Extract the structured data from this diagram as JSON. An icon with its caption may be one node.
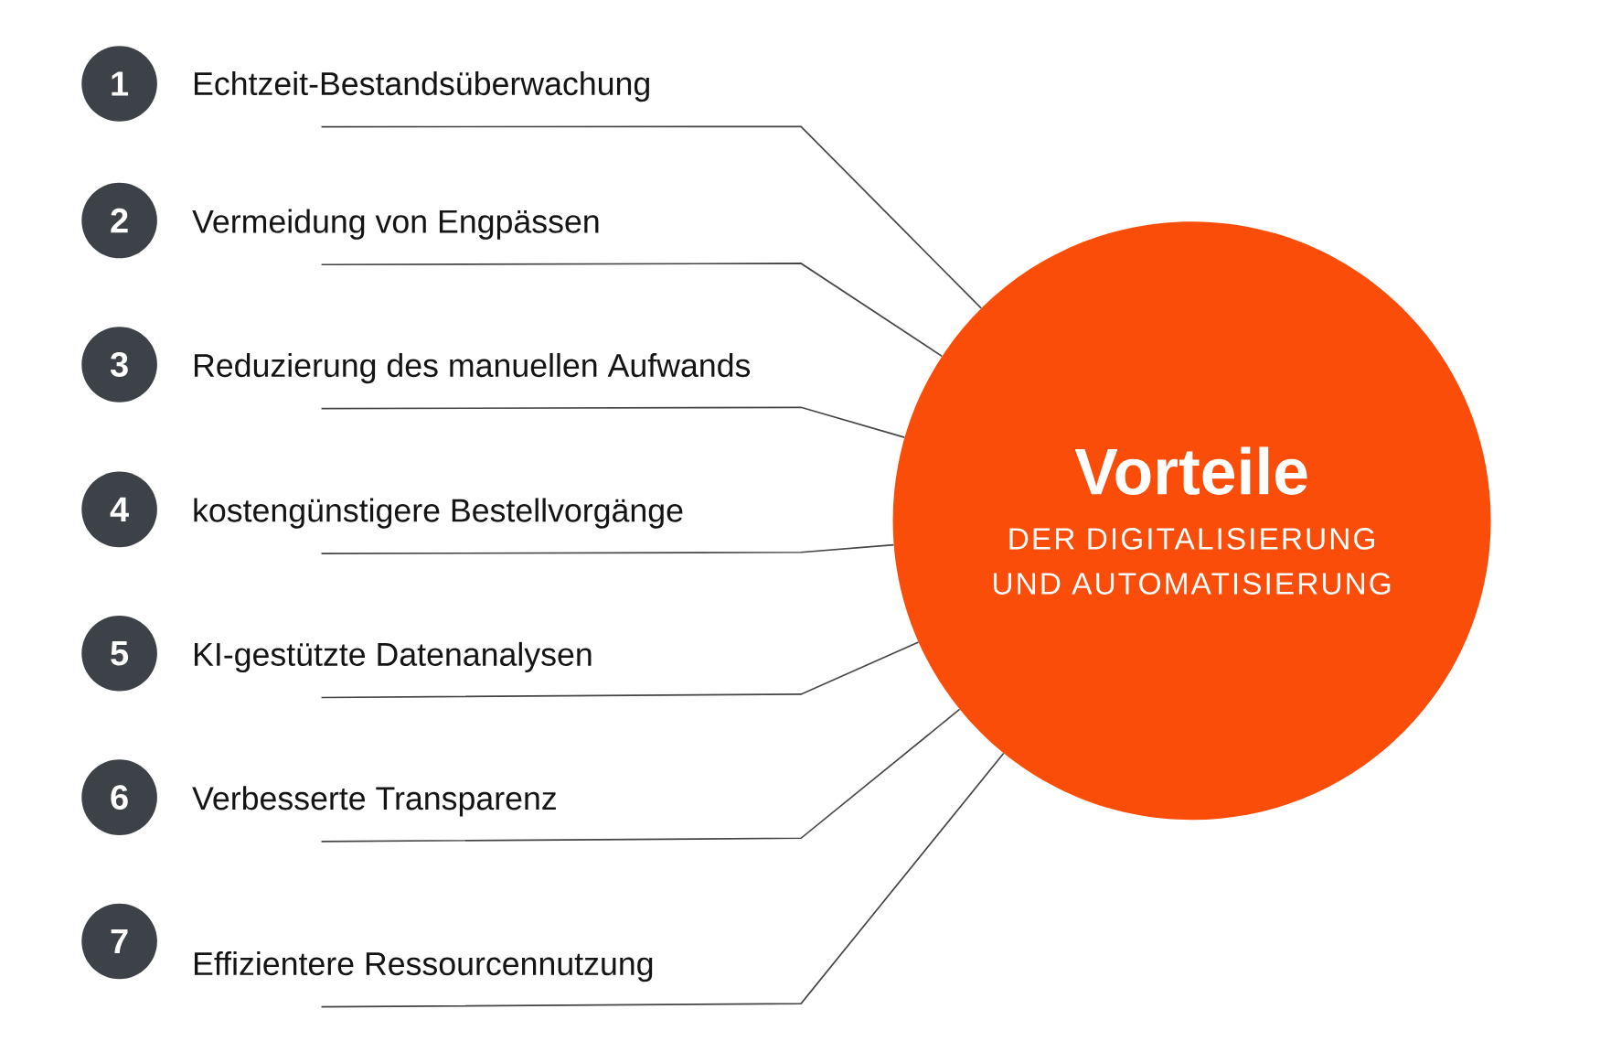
{
  "diagram": {
    "nodes": [
      {
        "text": [
          "1"
        ]
      },
      {
        "text": [
          "Echtzeit-Bestandsüberwachung"
        ]
      },
      {
        "text": [
          "2"
        ]
      },
      {
        "text": [
          "Vermeidung von Engpässen"
        ]
      },
      {
        "text": [
          "3"
        ]
      },
      {
        "text": [
          "Reduzierung des manuellen Aufwands"
        ]
      },
      {
        "text": [
          "4"
        ]
      },
      {
        "text": [
          "kostengünstigere Bestellvorgänge"
        ]
      },
      {
        "text": [
          "5"
        ]
      },
      {
        "text": [
          "KI-gestützte Datenanalysen"
        ]
      },
      {
        "text": [
          "6"
        ]
      },
      {
        "text": [
          "Verbesserte Transparenz"
        ]
      },
      {
        "text": [
          "7"
        ]
      },
      {
        "text": [
          "Effizientere Ressourcennutzung"
        ]
      },
      {
        "text": [
          "Vorteile",
          "DER DIGITALISIERUNG UND AUTOMATISIERUNG"
        ]
      }
    ],
    "edges": [
      {
        "from": 1,
        "to": 14,
        "arrow": "none"
      },
      {
        "from": 3,
        "to": 14,
        "arrow": "none"
      },
      {
        "from": 5,
        "to": 14,
        "arrow": "none"
      },
      {
        "from": 7,
        "to": 14,
        "arrow": "none"
      },
      {
        "from": 9,
        "to": 14,
        "arrow": "none"
      },
      {
        "from": 11,
        "to": 14,
        "arrow": "none"
      },
      {
        "from": 13,
        "to": 14,
        "arrow": "none"
      }
    ]
  }
}
